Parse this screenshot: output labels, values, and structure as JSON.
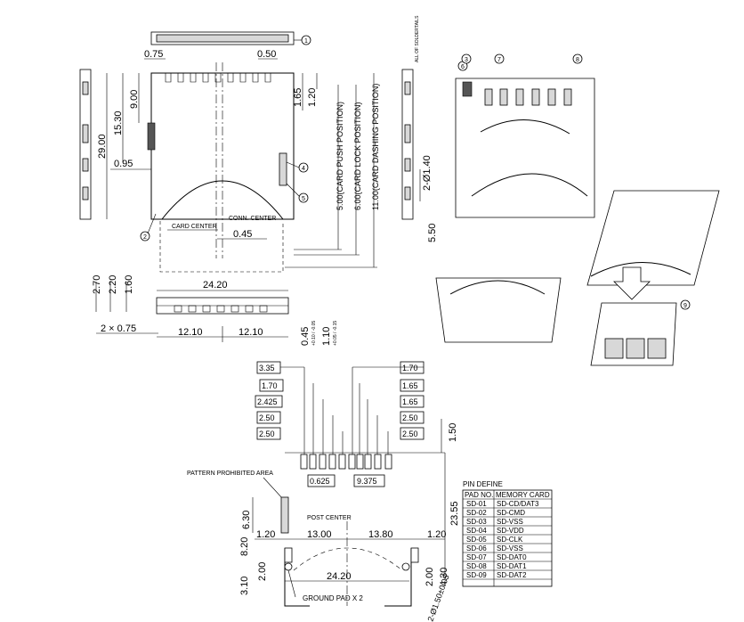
{
  "dims_front": {
    "d075": "0.75",
    "d050": "0.50",
    "d1530": "15.30",
    "d900": "9.00",
    "d2900": "29.00",
    "d095": "0.95",
    "d165": "1.65",
    "d120": "1.20",
    "d045": "0.45",
    "d2420": "24.20"
  },
  "positions": {
    "push": "5.00(CARD PUSH POSITION)",
    "lock": "6.00(CARD LOCK POSITION)",
    "dash": "11.00(CARD DASHING POSITION)",
    "d550": "5.50"
  },
  "labels": {
    "card_center": "CARD CENTER",
    "conn_center": "CONN. CENTER",
    "pattern": "PATTERN PROHIBITED AREA",
    "post_center": "POST CENTER",
    "ground_pad": "GROUND PAD X 2"
  },
  "dims_side": {
    "d270": "2.70",
    "d220": "2.20",
    "d160": "1.60",
    "d2x075": "2 × 0.75"
  },
  "dims_bottom": {
    "d1210a": "12.10",
    "d1210b": "12.10",
    "tol1": "0.45",
    "tol1b": "+0.10 / -0.05",
    "tol2": "1.10",
    "tol2b": "+0.05 / -0.15"
  },
  "dims_side_view": {
    "hole": "2-Ø1.40"
  },
  "balloons": [
    "1",
    "2",
    "3",
    "4",
    "5",
    "6",
    "7",
    "8",
    "9"
  ],
  "pcb_left_boxes": [
    "3.35",
    "1.70",
    "2.425",
    "2.50",
    "2.50"
  ],
  "pcb_right_boxes": [
    "1.70",
    "1.65",
    "1.65",
    "2.50",
    "2.50"
  ],
  "pcb": {
    "d150": "1.50",
    "d0625": "0.625",
    "d9375": "9.375",
    "d2355": "23.55",
    "d630": "6.30",
    "d120l": "1.20",
    "d1300": "13.00",
    "d1380": "13.80",
    "d120r": "1.20",
    "d820": "8.20",
    "d200l": "2.00",
    "d310": "3.10",
    "d2420": "24.20",
    "d200r": "2.00",
    "d430": "4.30",
    "hole": "2-Ø1.50±0.05"
  },
  "pin_table": {
    "title": "PIN DEFINE",
    "headers": [
      "PAD NO.",
      "MEMORY CARD"
    ],
    "rows": [
      [
        "SD-01",
        "SD-CD/DAT3"
      ],
      [
        "SD-02",
        "SD-CMD"
      ],
      [
        "SD-03",
        "SD-VSS"
      ],
      [
        "SD-04",
        "SD-VDD"
      ],
      [
        "SD-05",
        "SD-CLK"
      ],
      [
        "SD-06",
        "SD-VSS"
      ],
      [
        "SD-07",
        "SD-DAT0"
      ],
      [
        "SD-08",
        "SD-DAT1"
      ],
      [
        "SD-09",
        "SD-DAT2"
      ]
    ]
  },
  "marking": "ALL OF SOLDERTAILS"
}
